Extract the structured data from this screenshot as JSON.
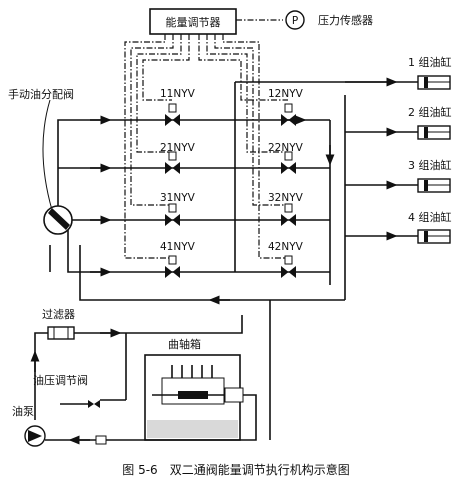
{
  "controller": {
    "label": "能量调节器"
  },
  "pressure_sensor": {
    "symbol": "P",
    "label": "压力传感器"
  },
  "manual_valve": {
    "label": "手动油分配阀"
  },
  "valves": [
    "11NYV",
    "12NYV",
    "21NYV",
    "22NYV",
    "31NYV",
    "32NYV",
    "41NYV",
    "42NYV"
  ],
  "cylinders": [
    "1 组油缸",
    "2 组油缸",
    "3 组油缸",
    "4 组油缸"
  ],
  "filter": {
    "label": "过滤器"
  },
  "crankcase": {
    "label": "曲轴箱"
  },
  "pressure_valve": {
    "label": "油压调节阀"
  },
  "pump": {
    "label": "油泵"
  },
  "caption": "图 5-6　双二通阀能量调节执行机构示意图"
}
